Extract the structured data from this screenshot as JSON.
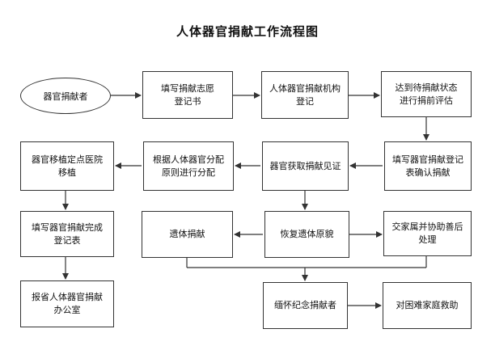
{
  "title": "人体器官捐献工作流程图",
  "nodes": {
    "donor": "器官捐献者",
    "register_form": [
      "填写捐献志愿",
      "登记书"
    ],
    "org_register": [
      "人体器官捐献机构",
      "登记"
    ],
    "pre_eval": [
      "达到待捐献状态",
      "进行捐前评估"
    ],
    "confirm_form": [
      "填写器官捐献登记",
      "表确认捐献"
    ],
    "witness": "器官获取捐献见证",
    "allocation": [
      "根据人体器官分配",
      "原则进行分配"
    ],
    "transplant": [
      "器官移植定点医院",
      "移植"
    ],
    "complete_form": [
      "填写器官捐献完成",
      "登记表"
    ],
    "report": [
      "报省人体器官捐献",
      "办公室"
    ],
    "body_donation": "遗体捐献",
    "restore": "恢复遗体原貌",
    "aftercare": [
      "交家属并协助善后",
      "处理"
    ],
    "memorial": "缅怀纪念捐献者",
    "aid": "对困难家庭救助"
  },
  "colors": {
    "stroke": "#333333",
    "text": "#111111",
    "background": "#ffffff"
  }
}
